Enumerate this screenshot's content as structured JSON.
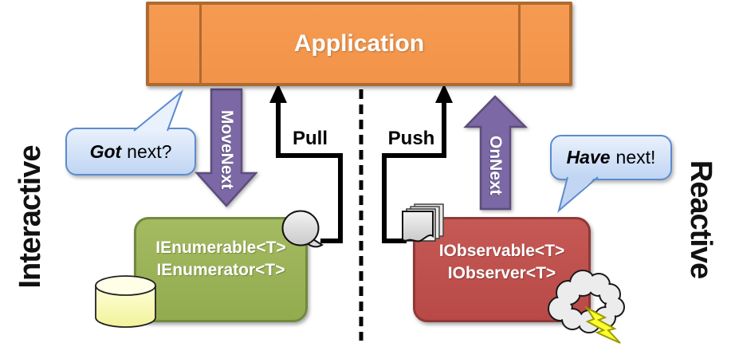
{
  "application": {
    "title": "Application"
  },
  "sides": {
    "left_label": "Interactive",
    "right_label": "Reactive"
  },
  "flow": {
    "pull_label": "Pull",
    "push_label": "Push",
    "move_next_label": "MoveNext",
    "on_next_label": "OnNext"
  },
  "bubbles": {
    "got": {
      "emphasis": "Got",
      "text": "next?"
    },
    "have": {
      "emphasis": "Have",
      "text": "next!"
    }
  },
  "boxes": {
    "enumerable": {
      "line1": "IEnumerable<T>",
      "line2": "IEnumerator<T>"
    },
    "observable": {
      "line1": "IObservable<T>",
      "line2": "IObserver<T>"
    }
  },
  "icons": {
    "database": "database-cylinder-icon",
    "balloon": "speech-balloon-icon",
    "documents": "document-stack-icon",
    "cloud": "storm-cloud-icon",
    "lightning": "lightning-bolt-icon"
  },
  "colors": {
    "application_fill": "#F2944A",
    "application_border": "#AE6A31",
    "block_arrow_fill": "#7B68A5",
    "block_arrow_border": "#5D4D7C",
    "enumerable_fill": "#9BB25A",
    "enumerable_border": "#71893F",
    "observable_fill": "#C0504D",
    "observable_border": "#8E3937",
    "bubble_border": "#5B8BD0",
    "bubble_fill": "#D6E4F8",
    "cylinder_fill": "#FCFCB4",
    "lightning_fill": "#FFFF2E",
    "connector": "#000000"
  }
}
